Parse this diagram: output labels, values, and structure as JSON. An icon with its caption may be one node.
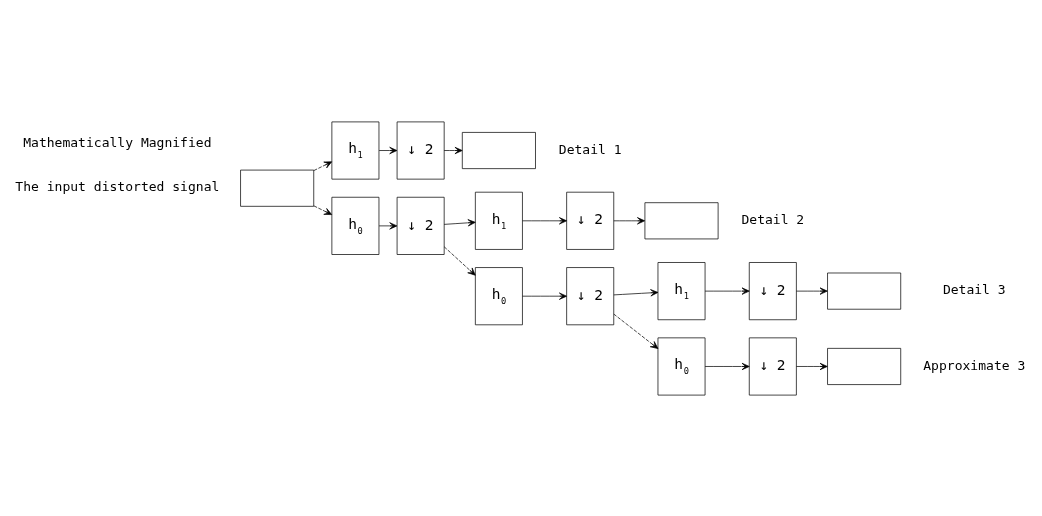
{
  "diagram": {
    "nodes": [
      {
        "text": [],
        "shape": "box",
        "beside": [
          "The input distorted signal"
        ]
      },
      {
        "text": [
          "h$_{1}$"
        ]
      },
      {
        "text": [
          "↓ 2"
        ]
      },
      {
        "text": [],
        "shape": "box",
        "beside": [
          "Detail 1"
        ]
      },
      {
        "text": [
          "h$_{0}$"
        ]
      },
      {
        "text": [
          "↓ 2"
        ]
      },
      {
        "text": [
          "h$_{1}$"
        ]
      },
      {
        "text": [
          "↓ 2"
        ]
      },
      {
        "text": [],
        "shape": "box",
        "beside": [
          "Detail 2"
        ]
      },
      {
        "text": [
          "h$_{0}$"
        ]
      },
      {
        "text": [
          "↓ 2"
        ]
      },
      {
        "text": [
          "h$_{1}$"
        ]
      },
      {
        "text": [
          "↓ 2"
        ]
      },
      {
        "text": [],
        "shape": "box",
        "beside": [
          "Detail 3"
        ]
      },
      {
        "text": [
          "h$_{0}$"
        ]
      },
      {
        "text": [
          "↓ 2"
        ]
      },
      {
        "text": [],
        "shape": "box",
        "beside": [
          "Approximate 3"
        ]
      }
    ],
    "edges": [
      {
        "from": 0,
        "to": 1,
        "arrow": "to",
        "style": "dashed"
      },
      {
        "from": 0,
        "to": 4,
        "arrow": "to",
        "style": "dashed"
      },
      {
        "from": 1,
        "to": 2,
        "arrow": "to"
      },
      {
        "from": 2,
        "to": 3,
        "arrow": "to"
      },
      {
        "from": 4,
        "to": 5,
        "arrow": "to"
      },
      {
        "from": 5,
        "to": 6,
        "arrow": "to"
      },
      {
        "from": 6,
        "to": 7,
        "arrow": "to"
      },
      {
        "from": 7,
        "to": 8,
        "arrow": "to"
      },
      {
        "from": 5,
        "to": 9,
        "arrow": "to",
        "style": "dashed"
      },
      {
        "from": 9,
        "to": 10,
        "arrow": "to"
      },
      {
        "from": 10,
        "to": 11,
        "arrow": "to"
      },
      {
        "from": 11,
        "to": 12,
        "arrow": "to"
      },
      {
        "from": 12,
        "to": 13,
        "arrow": "to"
      },
      {
        "from": 10,
        "to": 14,
        "arrow": "to",
        "style": "dashed"
      },
      {
        "from": 14,
        "to": 15,
        "arrow": "to"
      },
      {
        "from": 15,
        "to": 16,
        "arrow": "to"
      }
    ],
    "labels": [
      "Mathematically Magnified"
    ]
  }
}
